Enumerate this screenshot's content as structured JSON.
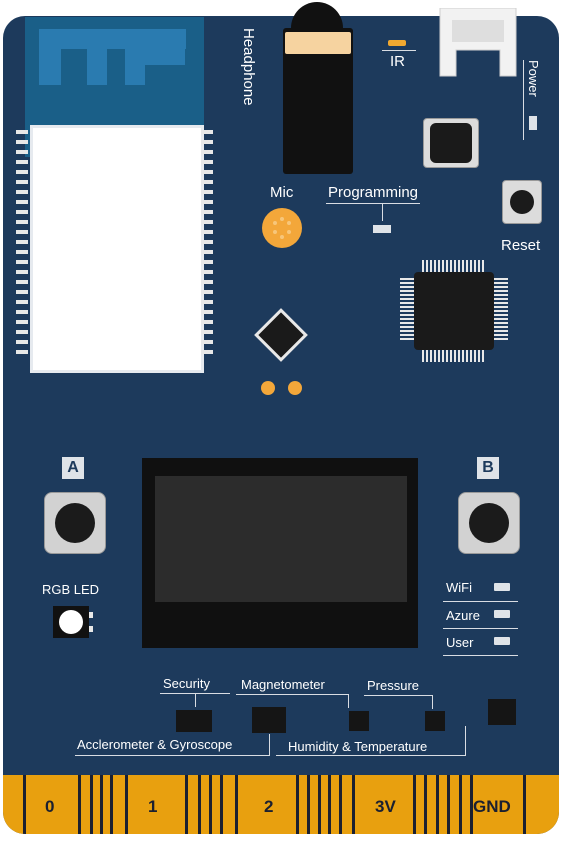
{
  "labels": {
    "headphone": "Headphone",
    "ir": "IR",
    "power": "Power",
    "mic": "Mic",
    "programming": "Programming",
    "reset": "Reset",
    "button_a": "A",
    "button_b": "B",
    "rgb_led": "RGB LED",
    "wifi": "WiFi",
    "azure": "Azure",
    "user": "User",
    "security": "Security",
    "magnetometer": "Magnetometer",
    "pressure": "Pressure",
    "accel_gyro": "Acclerometer & Gyroscope",
    "humidity_temp": "Humidity & Temperature"
  },
  "edge_pins": [
    "0",
    "1",
    "2",
    "3V",
    "GND"
  ],
  "colors": {
    "board": "#1d3a5c",
    "edge_connector": "#e8a00f",
    "mic": "#f3a73a",
    "module_antenna": "#1a5f88"
  }
}
